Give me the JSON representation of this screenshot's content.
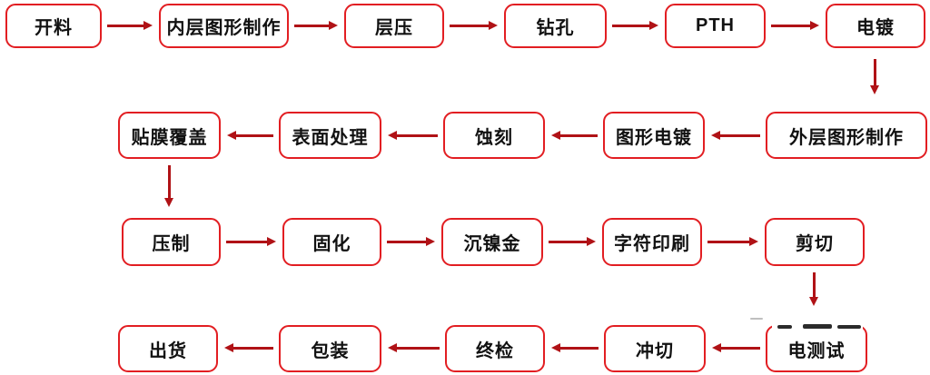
{
  "diagram": {
    "type": "flowchart",
    "nodes": [
      {
        "label": "开料"
      },
      {
        "label": "内层图形制作"
      },
      {
        "label": "层压"
      },
      {
        "label": "钻孔"
      },
      {
        "label": "PTH"
      },
      {
        "label": "电镀"
      },
      {
        "label": "外层图形制作"
      },
      {
        "label": "图形电镀"
      },
      {
        "label": "蚀刻"
      },
      {
        "label": "表面处理"
      },
      {
        "label": "贴膜覆盖"
      },
      {
        "label": "压制"
      },
      {
        "label": "固化"
      },
      {
        "label": "沉镍金"
      },
      {
        "label": "字符印刷"
      },
      {
        "label": "剪切"
      },
      {
        "label": "电测试"
      },
      {
        "label": "冲切"
      },
      {
        "label": "终检"
      },
      {
        "label": "包装"
      },
      {
        "label": "出货"
      }
    ],
    "flow_sequence": [
      "开料",
      "内层图形制作",
      "层压",
      "钻孔",
      "PTH",
      "电镀",
      "外层图形制作",
      "图形电镀",
      "蚀刻",
      "表面处理",
      "贴膜覆盖",
      "压制",
      "固化",
      "沉镍金",
      "字符印刷",
      "剪切",
      "电测试",
      "冲切",
      "终检",
      "包装",
      "出货"
    ],
    "colors": {
      "box_border": "#e21e22",
      "arrow": "#b01216",
      "text": "#111111",
      "background": "#ffffff"
    }
  }
}
